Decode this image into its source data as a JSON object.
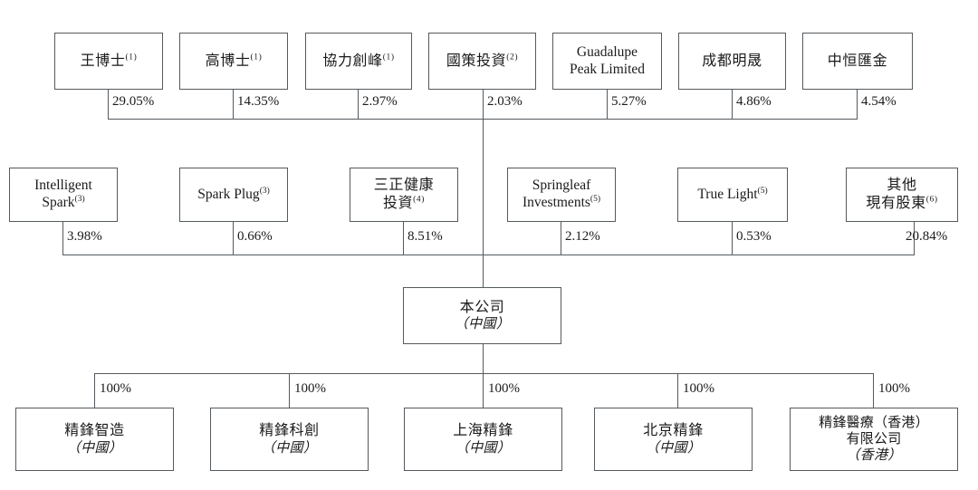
{
  "diagram": {
    "title": "Shareholding and corporate structure chart",
    "line_color": "#555a5e",
    "background": "#ffffff"
  },
  "tier1_shareholders": [
    {
      "name": "王博士",
      "note": "(1)",
      "percent": "29.05%"
    },
    {
      "name": "高博士",
      "note": "(1)",
      "percent": "14.35%"
    },
    {
      "name": "協力創峰",
      "note": "(1)",
      "percent": "2.97%"
    },
    {
      "name": "國策投資",
      "note": "(2)",
      "percent": "2.03%"
    },
    {
      "name_line1": "Guadalupe",
      "name_line2": "Peak Limited",
      "note": "",
      "percent": "5.27%"
    },
    {
      "name": "成都明晟",
      "note": "",
      "percent": "4.86%"
    },
    {
      "name": "中恒匯金",
      "note": "",
      "percent": "4.54%"
    }
  ],
  "tier2_shareholders": [
    {
      "name_line1": "Intelligent",
      "name_line2": "Spark",
      "note": "(3)",
      "percent": "3.98%"
    },
    {
      "name_line1": "Spark Plug",
      "name_line2": "",
      "note": "(3)",
      "percent": "0.66%"
    },
    {
      "name_line1": "三正健康",
      "name_line2": "投資",
      "note": "(4)",
      "percent": "8.51%"
    },
    {
      "name_line1": "Springleaf",
      "name_line2": "Investments",
      "note": "(5)",
      "percent": "2.12%"
    },
    {
      "name_line1": "True Light",
      "name_line2": "",
      "note": "(5)",
      "percent": "0.53%"
    },
    {
      "name_line1": "其他",
      "name_line2": "現有股東",
      "note": "(6)",
      "percent": "20.84%"
    }
  ],
  "company": {
    "name": "本公司",
    "location": "（中國）"
  },
  "subsidiaries": [
    {
      "name_line1": "精鋒智造",
      "name_line2": "",
      "location": "（中國）",
      "percent": "100%"
    },
    {
      "name_line1": "精鋒科創",
      "name_line2": "",
      "location": "（中國）",
      "percent": "100%"
    },
    {
      "name_line1": "上海精鋒",
      "name_line2": "",
      "location": "（中國）",
      "percent": "100%"
    },
    {
      "name_line1": "北京精鋒",
      "name_line2": "",
      "location": "（中國）",
      "percent": "100%"
    },
    {
      "name_line1": "精鋒醫療（香港）",
      "name_line2": "有限公司",
      "location": "（香港）",
      "percent": "100%"
    }
  ]
}
